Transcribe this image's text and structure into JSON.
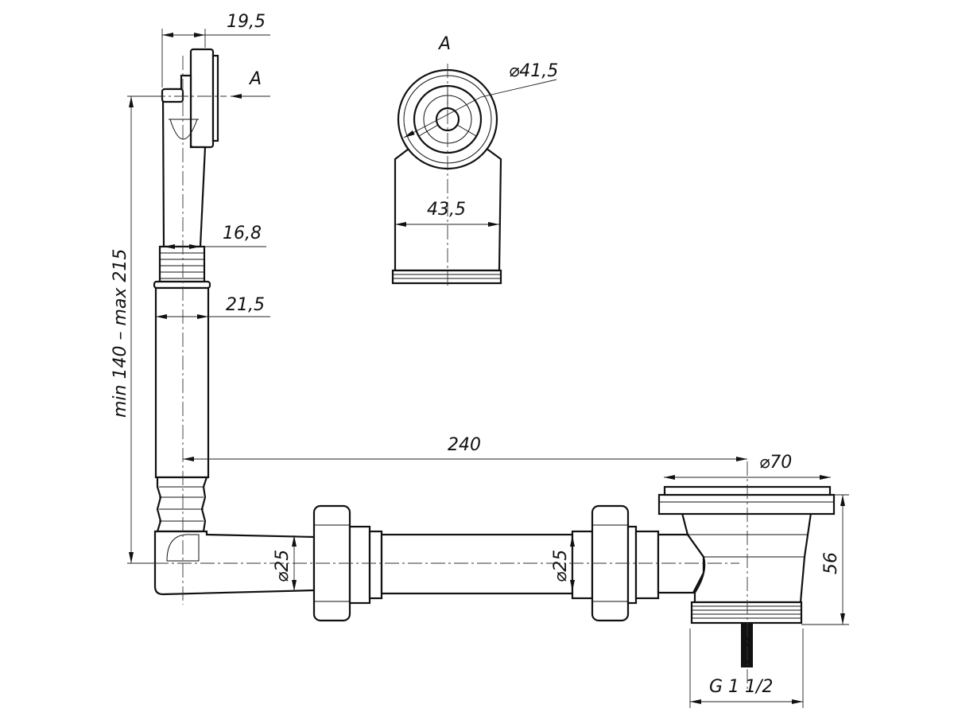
{
  "drawing": {
    "view_label": "A",
    "arrow_label": "A",
    "dimensions": {
      "head_width": "19,5",
      "view_diameter": "⌀41,5",
      "view_width": "43,5",
      "upper_tube": "16,8",
      "lower_tube": "21,5",
      "height_range": "min 140 – max 215",
      "length": "240",
      "strainer_diameter": "⌀70",
      "pipe_diameter_1": "⌀25",
      "pipe_diameter_2": "⌀25",
      "body_height": "56",
      "thread": "G 1 1/2"
    },
    "line_color": "#111111"
  }
}
